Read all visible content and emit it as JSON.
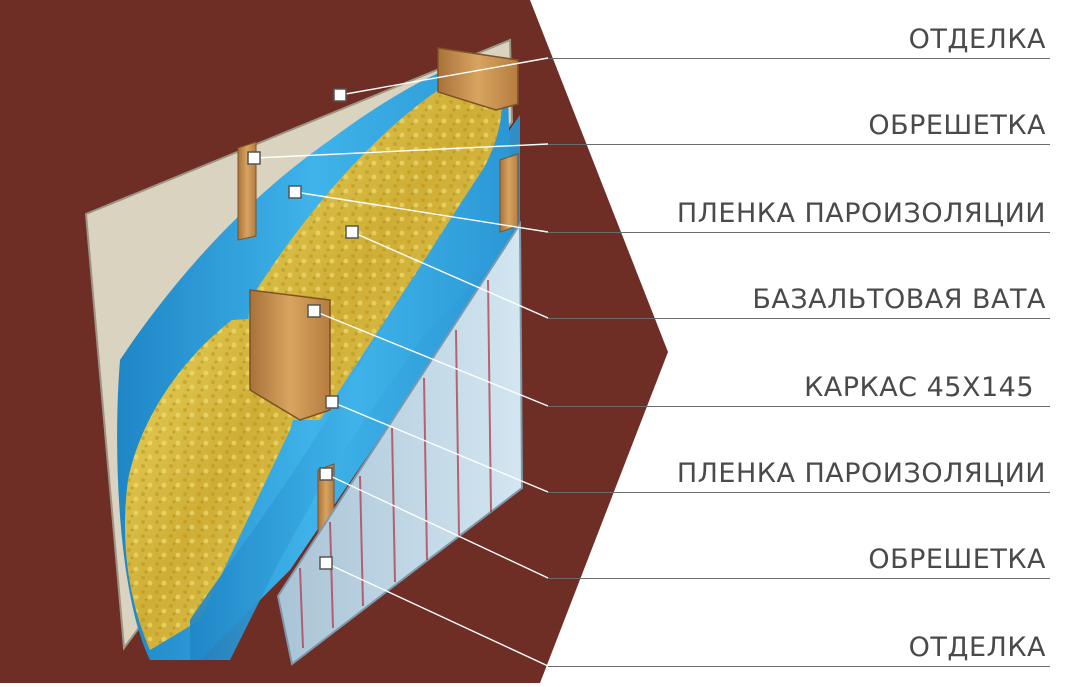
{
  "colors": {
    "background": "#ffffff",
    "hexagon": "#6e2e26",
    "drywall": "#d9d3c0",
    "membrane": "#2fa3dd",
    "wool": "#d9be43",
    "timber": "#c8924b",
    "board": "#b8d3e3",
    "leader": "#ffffff",
    "text": "#4a4a4a"
  },
  "layers": [
    {
      "label": "ОТДЕЛКА"
    },
    {
      "label": "ОБРЕШЕТКА"
    },
    {
      "label": "ПЛЕНКА ПАРОИЗОЛЯЦИИ"
    },
    {
      "label": "БАЗАЛЬТОВАЯ ВАТА"
    },
    {
      "label": "КАРКАС 45Х145"
    },
    {
      "label": "ПЛЕНКА ПАРОИЗОЛЯЦИИ"
    },
    {
      "label": "ОБРЕШЕТКА"
    },
    {
      "label": "ОТДЕЛКА"
    }
  ]
}
